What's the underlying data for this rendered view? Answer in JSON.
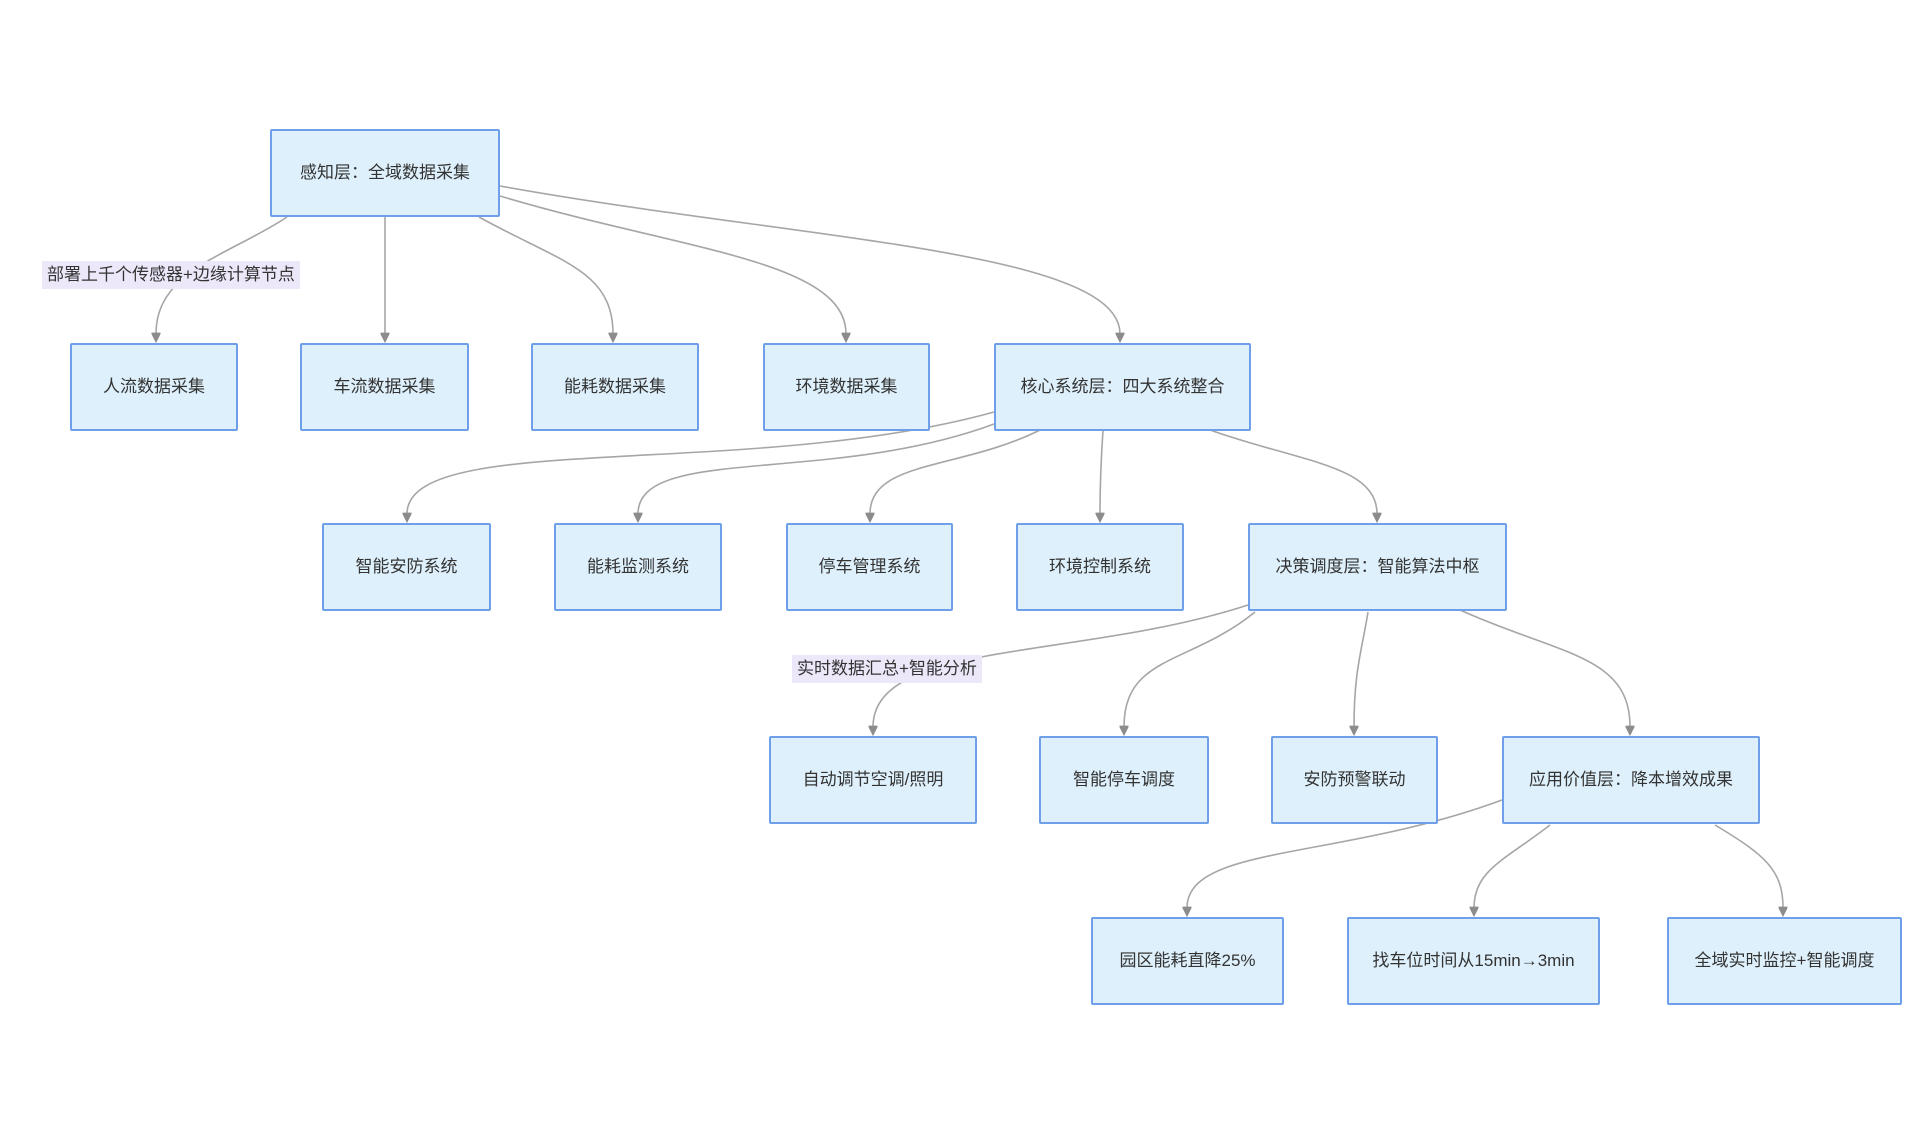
{
  "diagram": {
    "type": "flowchart-top-down",
    "colors": {
      "bg": "#ffffff",
      "node_fill": "#def0fb",
      "node_border": "#6f9fe9",
      "edge_color": "#a6a6a6",
      "arrow_color": "#8c8c8c",
      "label_bg": "#ece8f9",
      "text_color": "#333333"
    }
  },
  "nodes": [
    {
      "id": "perception",
      "label": "感知层：全域数据采集"
    },
    {
      "id": "people_flow",
      "label": "人流数据采集"
    },
    {
      "id": "vehicle_flow",
      "label": "车流数据采集"
    },
    {
      "id": "energy_collect",
      "label": "能耗数据采集"
    },
    {
      "id": "env_collect",
      "label": "环境数据采集"
    },
    {
      "id": "core_systems",
      "label": "核心系统层：四大系统整合"
    },
    {
      "id": "smart_security",
      "label": "智能安防系统"
    },
    {
      "id": "energy_monitor",
      "label": "能耗监测系统"
    },
    {
      "id": "parking_mgmt",
      "label": "停车管理系统"
    },
    {
      "id": "env_control",
      "label": "环境控制系统"
    },
    {
      "id": "decision_layer",
      "label": "决策调度层：智能算法中枢"
    },
    {
      "id": "hvac_lighting",
      "label": "自动调节空调/照明"
    },
    {
      "id": "parking_dispatch",
      "label": "智能停车调度"
    },
    {
      "id": "security_alert",
      "label": "安防预警联动"
    },
    {
      "id": "value_layer",
      "label": "应用价值层：降本增效成果"
    },
    {
      "id": "energy_result",
      "label": "园区能耗直降25%"
    },
    {
      "id": "parking_result",
      "label": "找车位时间从15min→3min"
    },
    {
      "id": "monitor_result",
      "label": "全域实时监控+智能调度"
    }
  ],
  "edge_labels": [
    {
      "text": "部署上千个传感器+边缘计算节点",
      "on_edge": "感知层 → 人流数据采集"
    },
    {
      "text": "实时数据汇总+智能分析",
      "on_edge": "决策调度层 → 自动调节空调/照明"
    }
  ],
  "edges": [
    {
      "from": "perception",
      "to": "people_flow"
    },
    {
      "from": "perception",
      "to": "vehicle_flow"
    },
    {
      "from": "perception",
      "to": "energy_collect"
    },
    {
      "from": "perception",
      "to": "env_collect"
    },
    {
      "from": "perception",
      "to": "core_systems"
    },
    {
      "from": "core_systems",
      "to": "smart_security"
    },
    {
      "from": "core_systems",
      "to": "energy_monitor"
    },
    {
      "from": "core_systems",
      "to": "parking_mgmt"
    },
    {
      "from": "core_systems",
      "to": "env_control"
    },
    {
      "from": "core_systems",
      "to": "decision_layer"
    },
    {
      "from": "decision_layer",
      "to": "hvac_lighting"
    },
    {
      "from": "decision_layer",
      "to": "parking_dispatch"
    },
    {
      "from": "decision_layer",
      "to": "security_alert"
    },
    {
      "from": "decision_layer",
      "to": "value_layer"
    },
    {
      "from": "value_layer",
      "to": "energy_result"
    },
    {
      "from": "value_layer",
      "to": "parking_result"
    },
    {
      "from": "value_layer",
      "to": "monitor_result"
    }
  ]
}
